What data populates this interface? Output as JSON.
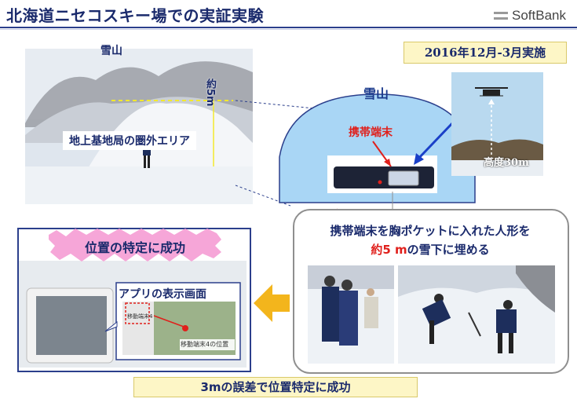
{
  "title": "北海道ニセコスキー場での実証実験",
  "logo": "SoftBank",
  "date": "2016年12月-3月実施",
  "photo_mound": {
    "snow_label": "雪山",
    "depth_label": "約5m",
    "caption": "地上基地局の圏外エリア"
  },
  "diagram": {
    "snow_label": "雪山",
    "device_label": "携帯端末"
  },
  "drone": {
    "altitude_label": "高度30m"
  },
  "callout": {
    "line1": "携帯端末を胸ポケットに入れた人形を",
    "line2_red": "約5 m",
    "line2_rest": "の雪下に埋める"
  },
  "result": {
    "banner": "位置の特定に成功",
    "app_label": "アプリの表示画面",
    "map_pin": "移動端末4の位置",
    "map_tag": "移動端末4"
  },
  "footer": "3mの誤差で位置特定に成功",
  "colors": {
    "navy": "#1a2a6c",
    "red": "#e0201c",
    "sky": "#a9d6f5",
    "note_bg": "#fdf6c6",
    "banner_pink": "#f6a6d8"
  }
}
